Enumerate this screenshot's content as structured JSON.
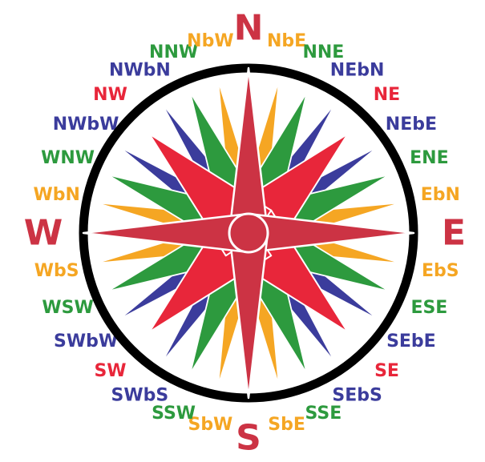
{
  "colors": {
    "cardinal": "#cc3344",
    "intercardinal": "#e8263a",
    "half_wind": "#2d9a3e",
    "quarter_wind": "#3b3c9c",
    "quarter_wind_alt": "#f5a623",
    "ring": "#000000",
    "background": "#ffffff"
  },
  "points": [
    {
      "label": "N",
      "rank": "cardinal",
      "color": "#cc3344"
    },
    {
      "label": "NbE",
      "rank": "quarter",
      "color": "#f5a623"
    },
    {
      "label": "NNE",
      "rank": "half",
      "color": "#2d9a3e"
    },
    {
      "label": "NEbN",
      "rank": "quarter",
      "color": "#3b3c9c"
    },
    {
      "label": "NE",
      "rank": "intercardinal",
      "color": "#e8263a"
    },
    {
      "label": "NEbE",
      "rank": "quarter",
      "color": "#3b3c9c"
    },
    {
      "label": "ENE",
      "rank": "half",
      "color": "#2d9a3e"
    },
    {
      "label": "EbN",
      "rank": "quarter",
      "color": "#f5a623"
    },
    {
      "label": "E",
      "rank": "cardinal",
      "color": "#cc3344"
    },
    {
      "label": "EbS",
      "rank": "quarter",
      "color": "#f5a623"
    },
    {
      "label": "ESE",
      "rank": "half",
      "color": "#2d9a3e"
    },
    {
      "label": "SEbE",
      "rank": "quarter",
      "color": "#3b3c9c"
    },
    {
      "label": "SE",
      "rank": "intercardinal",
      "color": "#e8263a"
    },
    {
      "label": "SEbS",
      "rank": "quarter",
      "color": "#3b3c9c"
    },
    {
      "label": "SSE",
      "rank": "half",
      "color": "#2d9a3e"
    },
    {
      "label": "SbE",
      "rank": "quarter",
      "color": "#f5a623"
    },
    {
      "label": "S",
      "rank": "cardinal",
      "color": "#cc3344"
    },
    {
      "label": "SbW",
      "rank": "quarter",
      "color": "#f5a623"
    },
    {
      "label": "SSW",
      "rank": "half",
      "color": "#2d9a3e"
    },
    {
      "label": "SWbS",
      "rank": "quarter",
      "color": "#3b3c9c"
    },
    {
      "label": "SW",
      "rank": "intercardinal",
      "color": "#e8263a"
    },
    {
      "label": "SWbW",
      "rank": "quarter",
      "color": "#3b3c9c"
    },
    {
      "label": "WSW",
      "rank": "half",
      "color": "#2d9a3e"
    },
    {
      "label": "WbS",
      "rank": "quarter",
      "color": "#f5a623"
    },
    {
      "label": "W",
      "rank": "cardinal",
      "color": "#cc3344"
    },
    {
      "label": "WbN",
      "rank": "quarter",
      "color": "#f5a623"
    },
    {
      "label": "WNW",
      "rank": "half",
      "color": "#2d9a3e"
    },
    {
      "label": "NWbW",
      "rank": "quarter",
      "color": "#3b3c9c"
    },
    {
      "label": "NW",
      "rank": "intercardinal",
      "color": "#e8263a"
    },
    {
      "label": "NWbN",
      "rank": "quarter",
      "color": "#3b3c9c"
    },
    {
      "label": "NNW",
      "rank": "half",
      "color": "#2d9a3e"
    },
    {
      "label": "NbW",
      "rank": "quarter",
      "color": "#f5a623"
    }
  ]
}
